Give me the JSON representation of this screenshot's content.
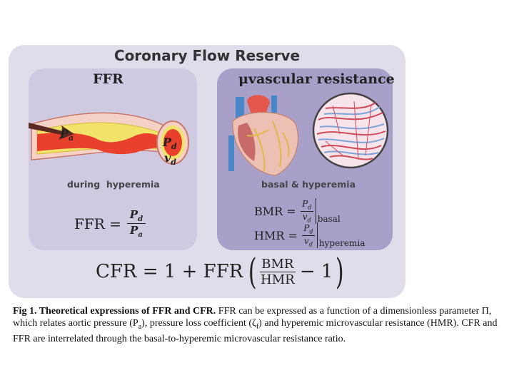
{
  "diagram": {
    "title": "Coronary Flow Reserve",
    "left_panel": {
      "title": "FFR",
      "label_pa": "P",
      "label_pa_sub": "a",
      "label_pd": "P",
      "label_pd_sub": "d",
      "label_vd": "v",
      "label_vd_sub": "d",
      "condition": "during  hyperemia",
      "formula_lhs": "FFR =",
      "num": "P",
      "num_sub": "d",
      "den": "P",
      "den_sub": "a"
    },
    "right_panel": {
      "title": "μvascular resistance",
      "condition": "basal & hyperemia",
      "bmr_lhs": "BMR =",
      "bmr_num": "P",
      "bmr_num_sub": "d",
      "bmr_den": "v",
      "bmr_den_sub": "d",
      "bmr_eval": "basal",
      "hmr_lhs": "HMR =",
      "hmr_num": "P",
      "hmr_num_sub": "d",
      "hmr_den": "v",
      "hmr_den_sub": "d",
      "hmr_eval": "hyperemia"
    },
    "cfr_formula": {
      "lhs": "CFR = 1 + FFR",
      "num": "BMR",
      "den": "HMR",
      "tail": "− 1"
    }
  },
  "caption": {
    "bold": "Fig 1. Theoretical expressions of FFR and CFR.",
    "text": " FFR can be expressed as a function of a dimensionless parameter Π, which relates aortic pressure (P",
    "sub1": "a",
    "text2": "), pressure loss coefficient (ζ",
    "sub2": "f",
    "text3": ") and hyperemic microvascular resistance (HMR). CFR and FFR are interrelated through the basal-to-hyperemic microvascular resistance ratio."
  },
  "colors": {
    "outer_bg": "#e1dcea",
    "left_panel_bg": "#cfc9e2",
    "right_panel_bg": "#a9a0c9",
    "vessel_red": "#e8402c",
    "plaque_yellow": "#f2e46a",
    "arrow_dark": "#5a2a22"
  }
}
